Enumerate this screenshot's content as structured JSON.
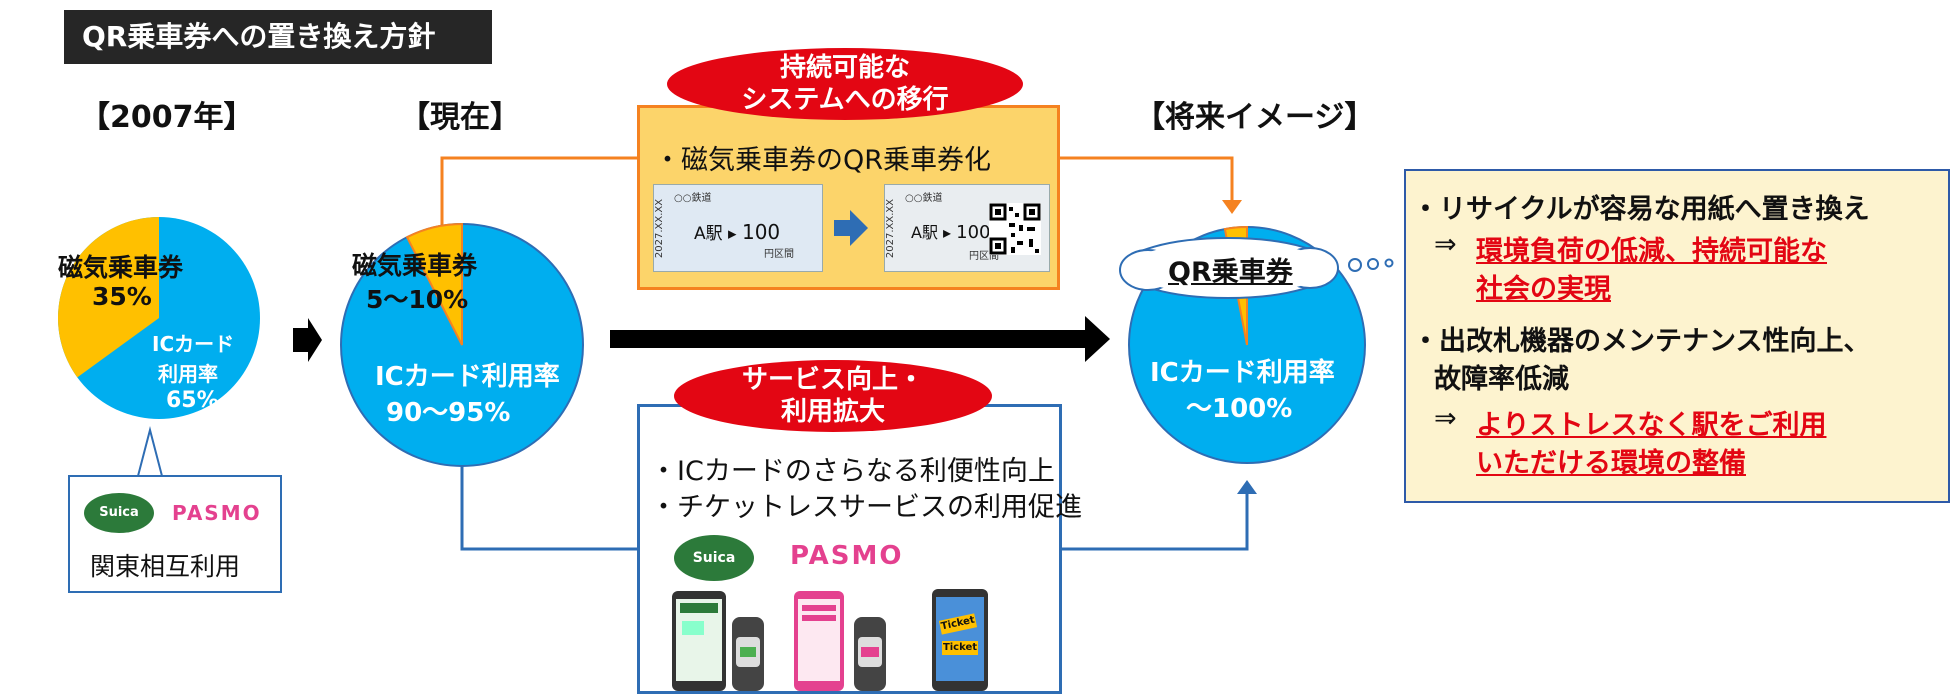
{
  "title": "QR乗車券への置き換え方針",
  "eras": {
    "y2007": "【2007年】",
    "current": "【現在】",
    "future": "【将来イメージ】"
  },
  "pie2007": {
    "magnetic_label": "磁気乗車券",
    "magnetic_value": "35%",
    "ic_line1": "ICカード",
    "ic_line2": "利用率",
    "ic_value": "65%",
    "magnetic_fraction": 0.35
  },
  "callout2007": {
    "suica": "Suica",
    "pasmo": "PASMO",
    "caption": "関東相互利用"
  },
  "pieCurrent": {
    "magnetic_label": "磁気乗車券",
    "magnetic_value": "5～10%",
    "ic_label": "ICカード利用率",
    "ic_value": "90～95%",
    "magnetic_fraction": 0.075
  },
  "sustainable": {
    "oval_line1": "持続可能な",
    "oval_line2": "システムへの移行",
    "bullet": "・磁気乗車券のQR乗車券化",
    "ticket_rail": "○○鉄道",
    "ticket_date": "2027.XX.XX",
    "ticket_station": "A駅",
    "ticket_fare": "100",
    "ticket_zone": "円区間"
  },
  "service": {
    "oval_line1": "サービス向上・",
    "oval_line2": "利用拡大",
    "bullet1": "・ICカードのさらなる利便性向上",
    "bullet2": "・チケットレスサービスの利用促進",
    "suica": "Suica",
    "pasmo": "PASMO",
    "ticket1": "Ticket",
    "ticket2": "Ticket"
  },
  "pieFuture": {
    "qr_label": "QR乗車券",
    "ic_label": "ICカード利用率",
    "ic_value": "～100%",
    "qr_fraction": 0.03
  },
  "rightBox": {
    "b1": "・リサイクルが容易な用紙へ置き換え",
    "b1_arrow": "⇒",
    "b1_r1": "環境負荷の低減、持続可能な",
    "b1_r2": "社会の実現",
    "b2_l1": "・出改札機器のメンテナンス性向上、",
    "b2_l2": "故障率低減",
    "b2_arrow": "⇒",
    "b2_r1": "よりストレスなく駅をご利用",
    "b2_r2": "いただける環境の整備"
  },
  "colors": {
    "ic_blue": "#00aeef",
    "magnetic_yellow": "#ffc000",
    "accent_red": "#e30613",
    "orange": "#f58220",
    "line_blue": "#2e6db4"
  }
}
